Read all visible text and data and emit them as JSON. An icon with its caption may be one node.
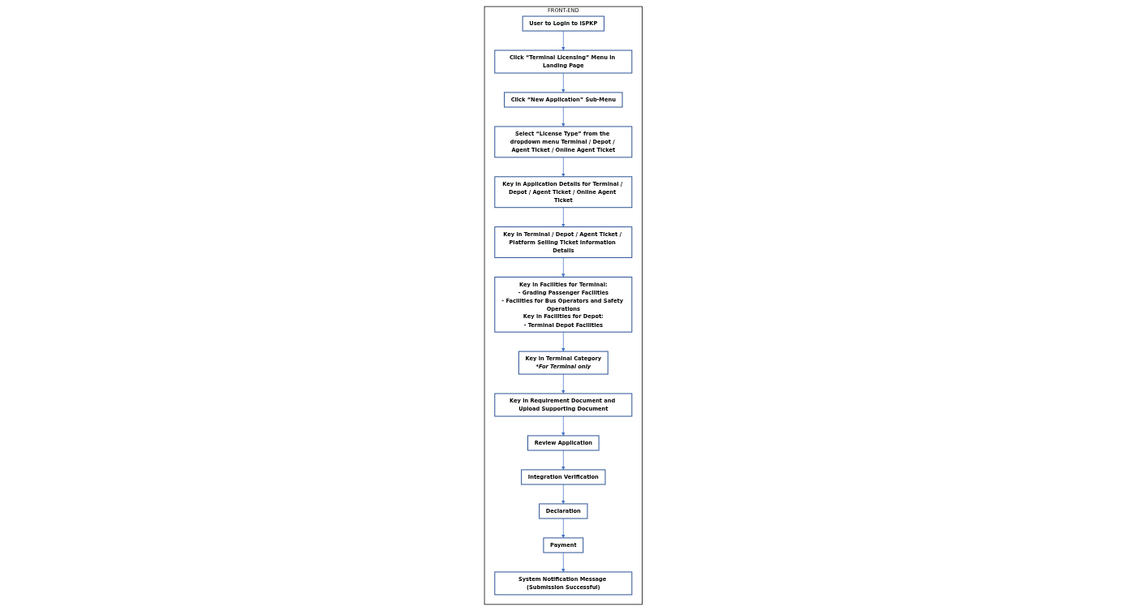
{
  "diagram": {
    "nodes": [
      {
        "text": [
          "FRONT-END"
        ]
      },
      {
        "text": [
          "User to Login to iSPKP"
        ],
        "in": 0
      },
      {
        "text": [
          "Click “Terminal Licensing” Menu in Landing Page"
        ],
        "in": 0
      },
      {
        "text": [
          "Click “New Application” Sub-Menu"
        ],
        "in": 0
      },
      {
        "text": [
          "Select “License Type” from the dropdown menu Terminal / Depot / Agent Ticket / Online Agent Ticket"
        ],
        "in": 0
      },
      {
        "text": [
          "Key in Application Details for Terminal / Depot / Agent Ticket / Online Agent Ticket"
        ],
        "in": 0
      },
      {
        "text": [
          "Key in Terminal / Depot / Agent Ticket / Platform Selling Ticket Information Details"
        ],
        "in": 0
      },
      {
        "text": [
          "Key in Facilities for Terminal:",
          "- Grading Passenger Facilities",
          "- Facilities for Bus Operators and Safety Operations",
          "Key in Facilities for Depot:",
          "- Terminal Depot Facilities"
        ],
        "in": 0
      },
      {
        "text": [
          "Key in Terminal Category",
          "*For Terminal only"
        ],
        "in": 0
      },
      {
        "text": [
          "Key in Requirement Document and Upload Supporting Document"
        ],
        "in": 0
      },
      {
        "text": [
          "Review Application"
        ],
        "in": 0
      },
      {
        "text": [
          "Integration Verification"
        ],
        "in": 0
      },
      {
        "text": [
          "Declaration"
        ],
        "in": 0
      },
      {
        "text": [
          "Payment"
        ],
        "in": 0
      },
      {
        "text": [
          "System Notification Message (Submission Successful)"
        ],
        "in": 0
      }
    ],
    "edges": [
      {
        "from": 1,
        "to": 2,
        "arrow": "to"
      },
      {
        "from": 2,
        "to": 3,
        "arrow": "to"
      },
      {
        "from": 3,
        "to": 4,
        "arrow": "to"
      },
      {
        "from": 4,
        "to": 5,
        "arrow": "to"
      },
      {
        "from": 5,
        "to": 6,
        "arrow": "to"
      },
      {
        "from": 6,
        "to": 7,
        "arrow": "to"
      },
      {
        "from": 7,
        "to": 8,
        "arrow": "to"
      },
      {
        "from": 8,
        "to": 9,
        "arrow": "to"
      },
      {
        "from": 9,
        "to": 10,
        "arrow": "to"
      },
      {
        "from": 10,
        "to": 11,
        "arrow": "to"
      },
      {
        "from": 11,
        "to": 12,
        "arrow": "to"
      },
      {
        "from": 12,
        "to": 13,
        "arrow": "to"
      },
      {
        "from": 13,
        "to": 14,
        "arrow": "to"
      }
    ]
  }
}
